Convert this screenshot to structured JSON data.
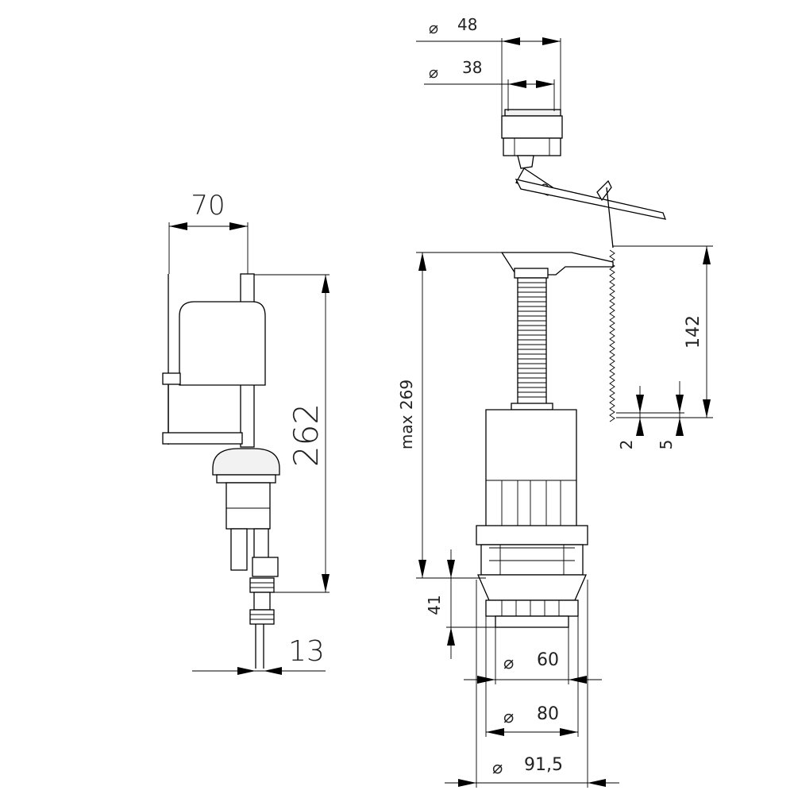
{
  "dimensions": {
    "d48": {
      "symbol": "⌀",
      "value": "48"
    },
    "d38": {
      "symbol": "⌀",
      "value": "38"
    },
    "w70": {
      "value": "70"
    },
    "h262": {
      "value": "262"
    },
    "w13": {
      "value": "13"
    },
    "hmax269": {
      "value": "max 269"
    },
    "h142": {
      "value": "142"
    },
    "v2": {
      "value": "2"
    },
    "v5": {
      "value": "5"
    },
    "h41": {
      "value": "41"
    },
    "d60": {
      "symbol": "⌀",
      "value": "60"
    },
    "d80": {
      "symbol": "⌀",
      "value": "80"
    },
    "d915": {
      "symbol": "⌀",
      "value": "91,5"
    }
  }
}
